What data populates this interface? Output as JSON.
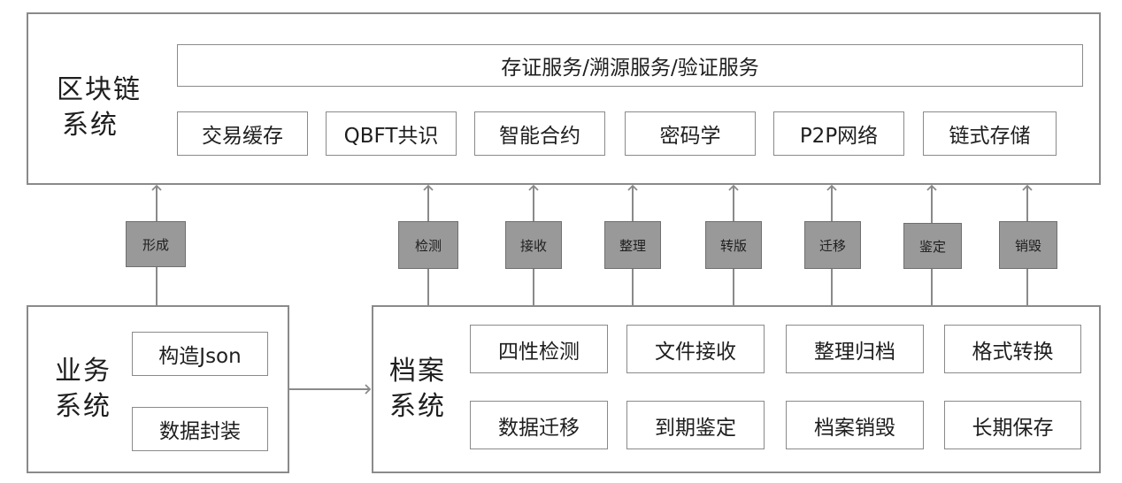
{
  "blockchain": {
    "title_line1": "区块链",
    "title_line2": "系统",
    "services": "存证服务/溯源服务/验证服务",
    "modules": [
      "交易缓存",
      "QBFT共识",
      "智能合约",
      "密码学",
      "P2P网络",
      "链式存储"
    ]
  },
  "business": {
    "title_line1": "业务",
    "title_line2": "系统",
    "items": [
      "构造Json",
      "数据封装"
    ]
  },
  "archive": {
    "title_line1": "档案",
    "title_line2": "系统",
    "row1": [
      "四性检测",
      "文件接收",
      "整理归档",
      "格式转换"
    ],
    "row2": [
      "数据迁移",
      "到期鉴定",
      "档案销毁",
      "长期保存"
    ]
  },
  "connectors": [
    "形成",
    "检测",
    "接收",
    "整理",
    "转版",
    "迁移",
    "鉴定",
    "销毁"
  ]
}
